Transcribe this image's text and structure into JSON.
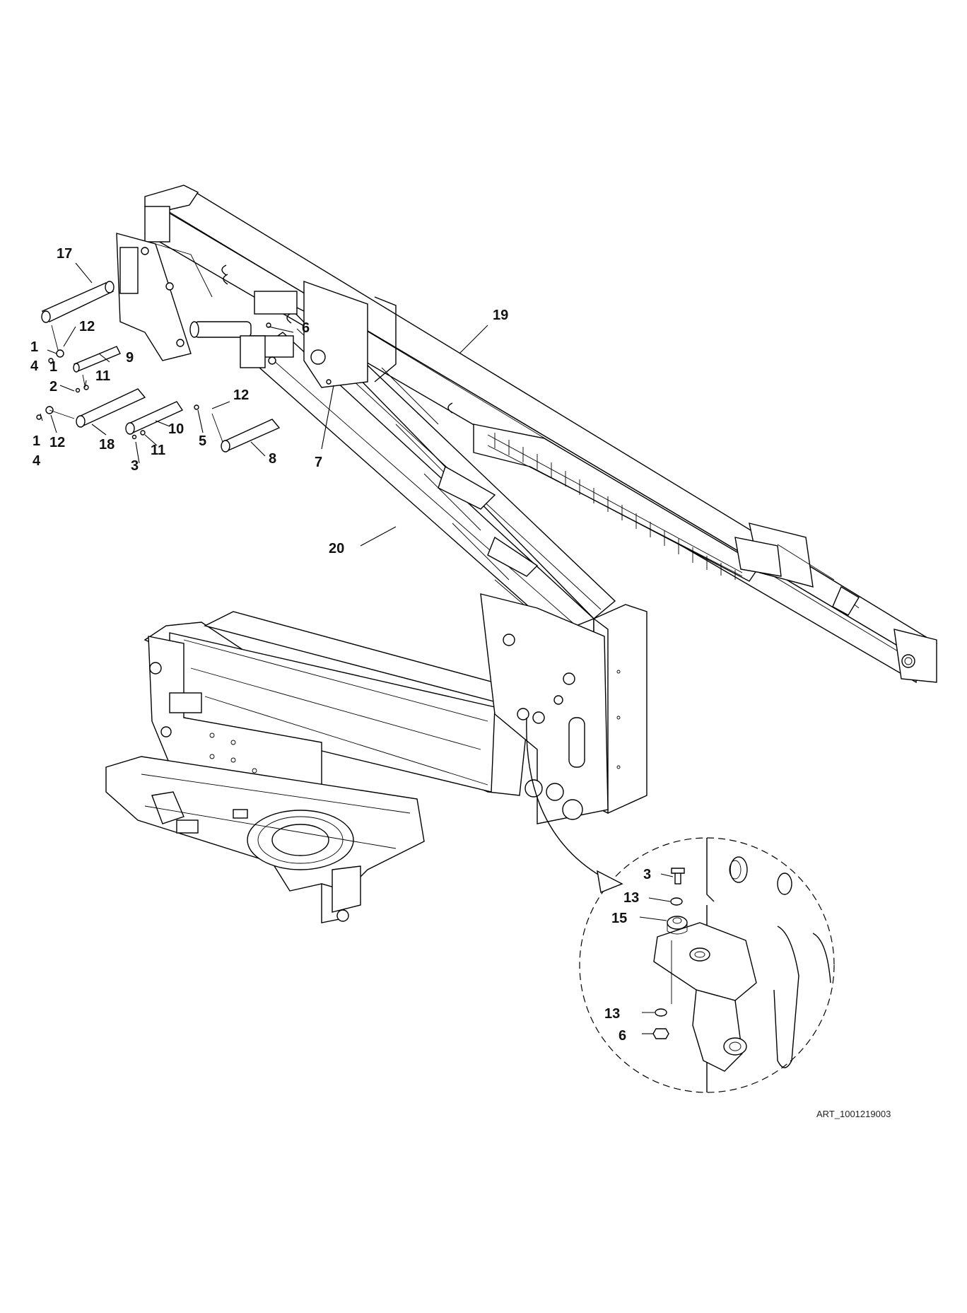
{
  "art_reference": "ART_1001219003",
  "callouts": {
    "c17": "17",
    "c12a": "12",
    "c1a": "1",
    "c4a": "4",
    "c9": "9",
    "c1b": "1",
    "c2": "2",
    "c11a": "11",
    "c1c": "1",
    "c12b": "12",
    "c4b": "4",
    "c18": "18",
    "c10": "10",
    "c3a": "3",
    "c11b": "11",
    "c5": "5",
    "c12c": "12",
    "c8": "8",
    "c6a": "6",
    "c7": "7",
    "c19": "19",
    "c20": "20",
    "d3": "3",
    "d13a": "13",
    "d15": "15",
    "d13b": "13",
    "d6": "6"
  },
  "colors": {
    "line": "#000000",
    "background": "#ffffff"
  }
}
